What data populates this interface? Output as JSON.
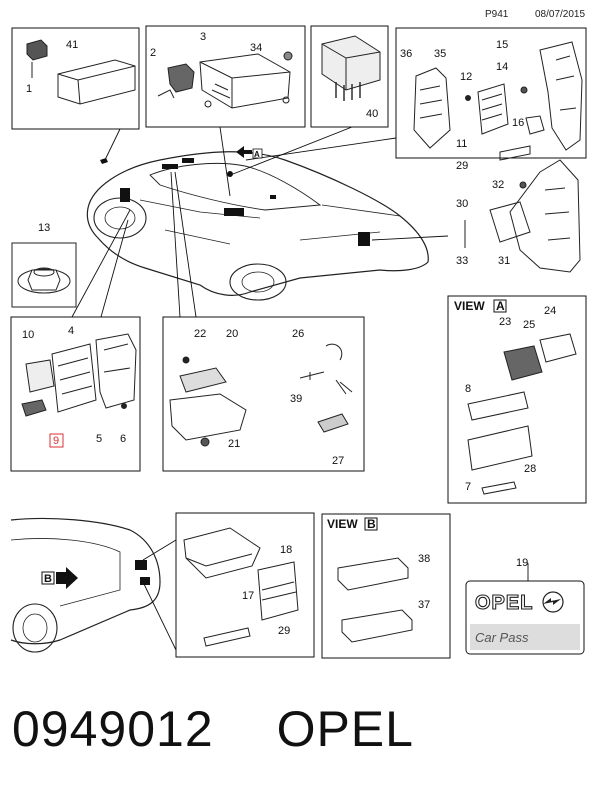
{
  "header": {
    "page_code": "P941",
    "date": "08/07/2015"
  },
  "callouts": {
    "c1": "1",
    "c2": "2",
    "c3": "3",
    "c4": "4",
    "c5": "5",
    "c6": "6",
    "c7": "7",
    "c8": "8",
    "c9": "9",
    "c10": "10",
    "c11": "11",
    "c12": "12",
    "c13": "13",
    "c14": "14",
    "c15": "15",
    "c16": "16",
    "c17": "17",
    "c18": "18",
    "c19": "19",
    "c20": "20",
    "c21": "21",
    "c22": "22",
    "c23": "23",
    "c24": "24",
    "c25": "25",
    "c26": "26",
    "c27": "27",
    "c28": "28",
    "c29a": "29",
    "c29b": "29",
    "c30": "30",
    "c31": "31",
    "c32": "32",
    "c33": "33",
    "c34": "34",
    "c35": "35",
    "c36": "36",
    "c37": "37",
    "c38": "38",
    "c39": "39",
    "c40": "40",
    "c41": "41"
  },
  "views": {
    "view_a_word": "VIEW",
    "view_a_letter": "A",
    "view_b_word": "VIEW",
    "view_b_letter": "B",
    "marker_a": "A",
    "marker_b": "B"
  },
  "logo": {
    "brand": "OPEL",
    "subtitle": "Car Pass"
  },
  "footer": {
    "part_number": "0949012",
    "brand": "OPEL"
  }
}
